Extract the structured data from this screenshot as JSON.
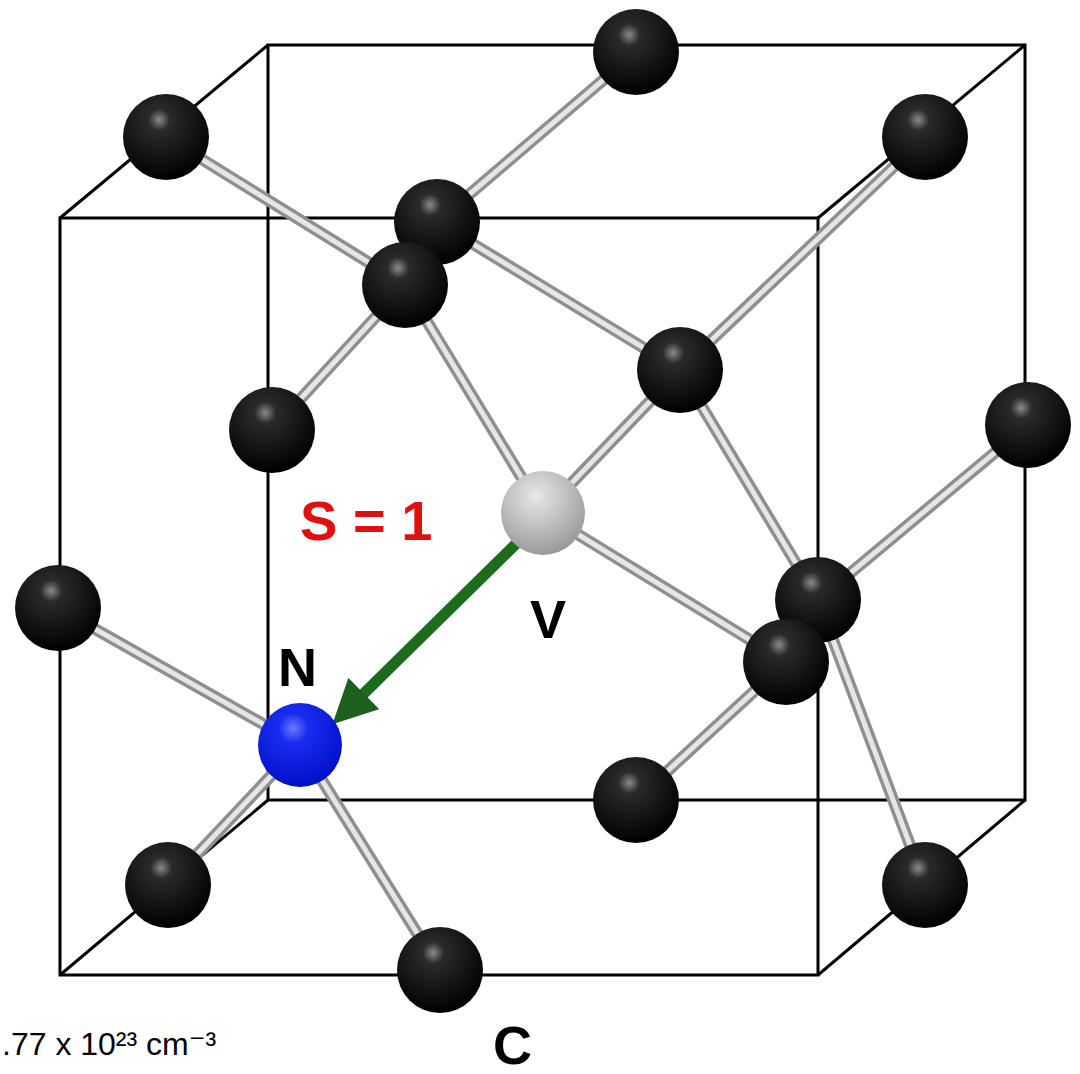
{
  "diagram": {
    "labels": [
      "S = 1",
      "V",
      "N",
      "C",
      ".77 x 10²³ cm⁻³"
    ]
  }
}
